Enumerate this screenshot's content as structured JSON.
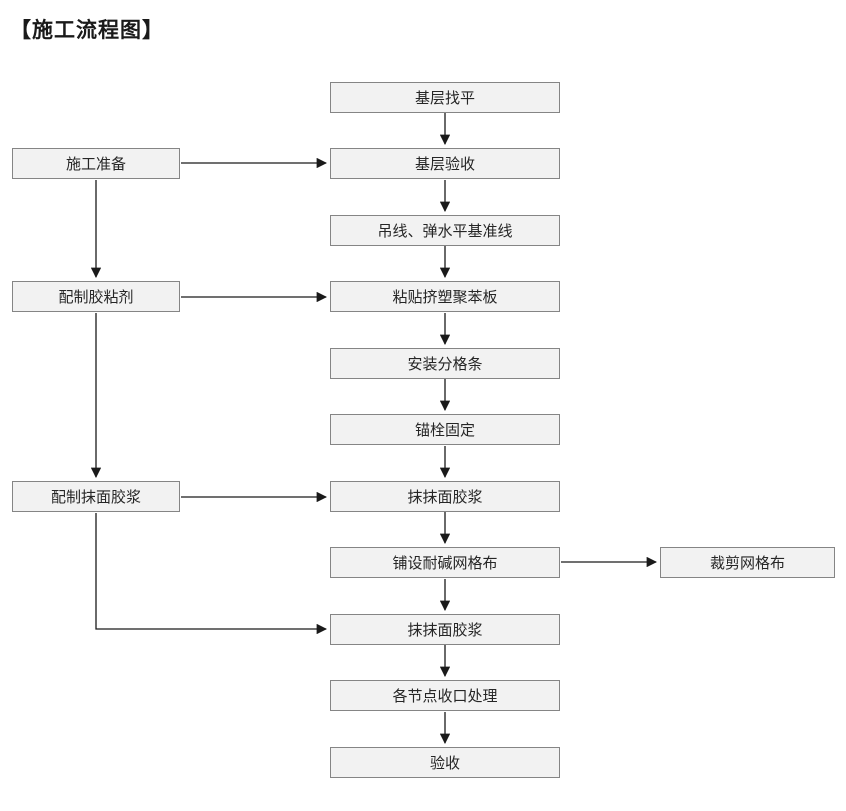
{
  "page": {
    "title": "【施工流程图】"
  },
  "flowchart": {
    "center": [
      "基层找平",
      "基层验收",
      "吊线、弹水平基准线",
      "粘贴挤塑聚苯板",
      "安装分格条",
      "锚栓固定",
      "抹抹面胶浆",
      "铺设耐碱网格布",
      "抹抹面胶浆",
      "各节点收口处理",
      "验收"
    ],
    "left": [
      "施工准备",
      "配制胶粘剂",
      "配制抹面胶浆"
    ],
    "right": [
      "裁剪网格布"
    ]
  },
  "colors": {
    "box_fill": "#f2f2f2",
    "box_border": "#858585",
    "arrow_color": "#1a1a1a",
    "text_color": "#262626",
    "bg": "#ffffff"
  }
}
